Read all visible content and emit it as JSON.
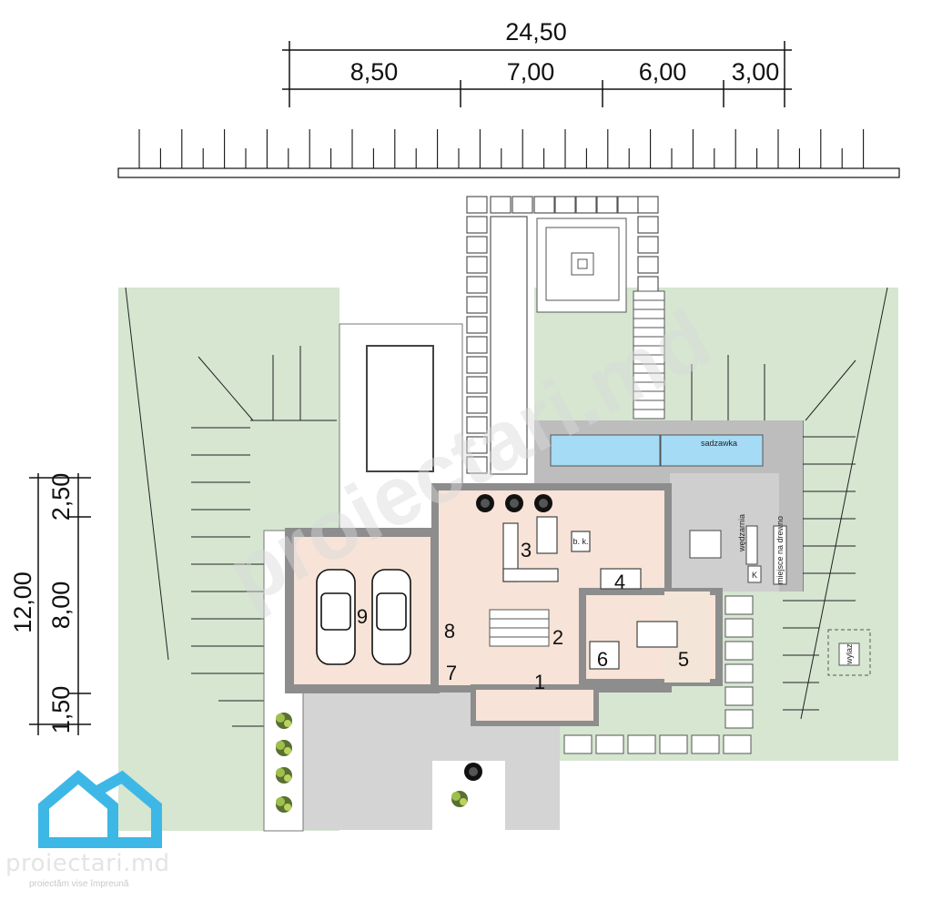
{
  "dimensions": {
    "top_total": "24,50",
    "top_segments": [
      "8,50",
      "7,00",
      "6,00",
      "3,00"
    ],
    "left_total": "12,00",
    "left_segments": [
      "2,50",
      "8,00",
      "1,50"
    ]
  },
  "rooms": [
    "1",
    "2",
    "3",
    "4",
    "5",
    "6",
    "7",
    "8",
    "9"
  ],
  "labels": {
    "pond": "sadzawka",
    "smokehouse": "wędzarnia",
    "wood_storage": "miejsce na drewno",
    "fireplace": "b. k.",
    "manhole": "wylaz",
    "k_box": "K"
  },
  "watermark": "proiectari.md",
  "logo": {
    "name": "proiectari.md",
    "slogan": "proiectăm vise împreună",
    "color": "#3db8e6"
  },
  "colors": {
    "lawn": "#d6e6d1",
    "interior": "#f7e3d7",
    "walls": "#8d8d8d",
    "terrace": "#bdbdbd",
    "pond": "#a6dbf5",
    "driveway": "#d4d4d4"
  }
}
